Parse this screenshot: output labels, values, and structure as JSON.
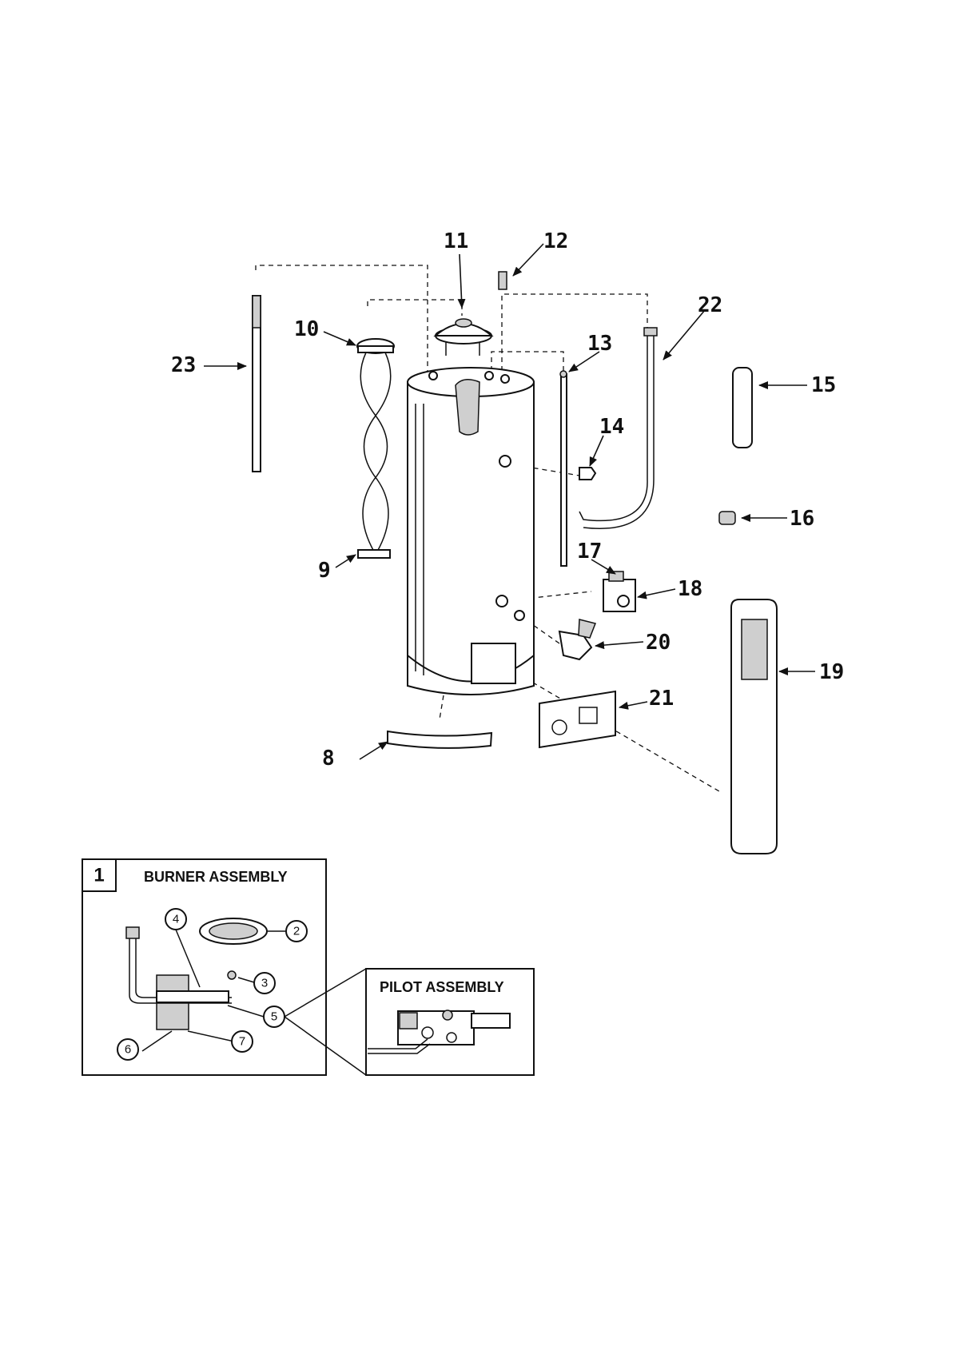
{
  "callouts": {
    "c8": "8",
    "c9": "9",
    "c10": "10",
    "c11": "11",
    "c12": "12",
    "c13": "13",
    "c14": "14",
    "c15": "15",
    "c16": "16",
    "c17": "17",
    "c18": "18",
    "c19": "19",
    "c20": "20",
    "c21": "21",
    "c22": "22",
    "c23": "23"
  },
  "burner_box": {
    "number": "1",
    "title": "BURNER ASSEMBLY",
    "callouts": {
      "b2": "2",
      "b3": "3",
      "b4": "4",
      "b5": "5",
      "b6": "6",
      "b7": "7"
    }
  },
  "pilot_box": {
    "title": "PILOT ASSEMBLY"
  }
}
